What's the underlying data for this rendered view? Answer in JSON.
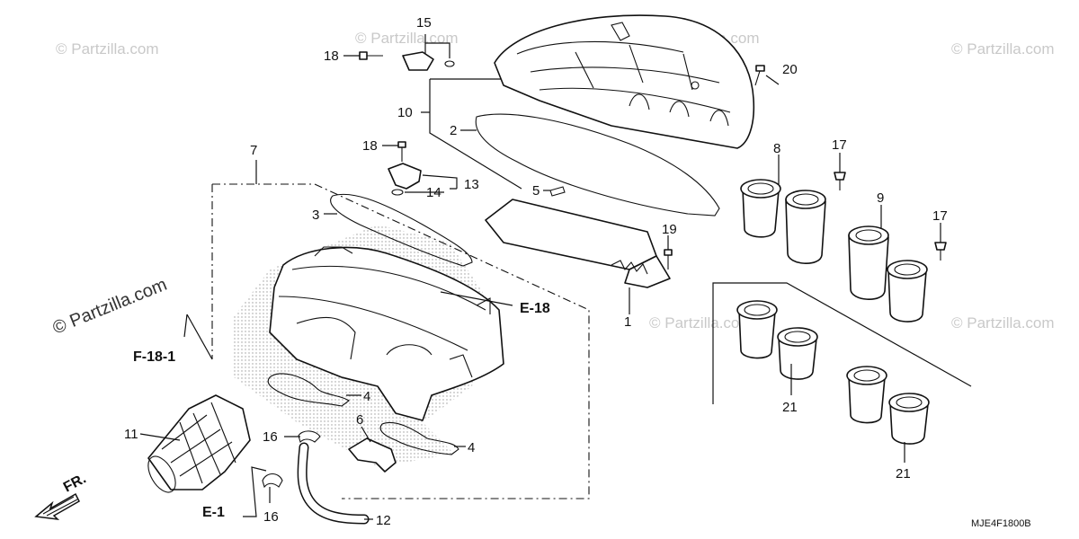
{
  "watermarks": {
    "brand": "© Partzilla.com"
  },
  "diagram_code": "MJE4F1800B",
  "direction_label": "FR.",
  "references": {
    "f18": "F-18-1",
    "e18": "E-18",
    "e1": "E-1"
  },
  "callouts": {
    "c1": "1",
    "c2": "2",
    "c3": "3",
    "c4a": "4",
    "c4b": "4",
    "c5": "5",
    "c6": "6",
    "c7": "7",
    "c8": "8",
    "c9": "9",
    "c10": "10",
    "c11": "11",
    "c12": "12",
    "c13": "13",
    "c14": "14",
    "c15": "15",
    "c16a": "16",
    "c16b": "16",
    "c17a": "17",
    "c17b": "17",
    "c18a": "18",
    "c18b": "18",
    "c19": "19",
    "c20": "20",
    "c21a": "21",
    "c21b": "21"
  }
}
